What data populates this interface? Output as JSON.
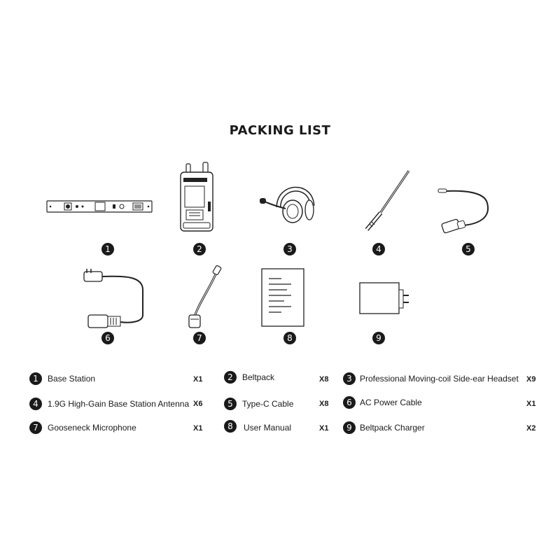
{
  "title": "PACKING LIST",
  "items": [
    {
      "num": "1",
      "name": "Base Station",
      "qty": "X1",
      "icon": "base-station-icon"
    },
    {
      "num": "2",
      "name": "Beltpack",
      "qty": "X8",
      "icon": "beltpack-icon"
    },
    {
      "num": "3",
      "name": "Professional Moving-coil Side-ear Headset",
      "qty": "X9",
      "icon": "headset-icon"
    },
    {
      "num": "4",
      "name": "1.9G High-Gain Base Station Antenna",
      "qty": "X6",
      "icon": "antenna-icon"
    },
    {
      "num": "5",
      "name": "Type-C Cable",
      "qty": "X8",
      "icon": "type-c-cable-icon"
    },
    {
      "num": "6",
      "name": "AC Power Cable",
      "qty": "X1",
      "icon": "ac-power-cable-icon"
    },
    {
      "num": "7",
      "name": "Gooseneck Microphone",
      "qty": "X1",
      "icon": "gooseneck-microphone-icon"
    },
    {
      "num": "8",
      "name": "User Manual",
      "qty": "X1",
      "icon": "user-manual-icon"
    },
    {
      "num": "9",
      "name": "Beltpack Charger",
      "qty": "X2",
      "icon": "charger-icon"
    }
  ]
}
